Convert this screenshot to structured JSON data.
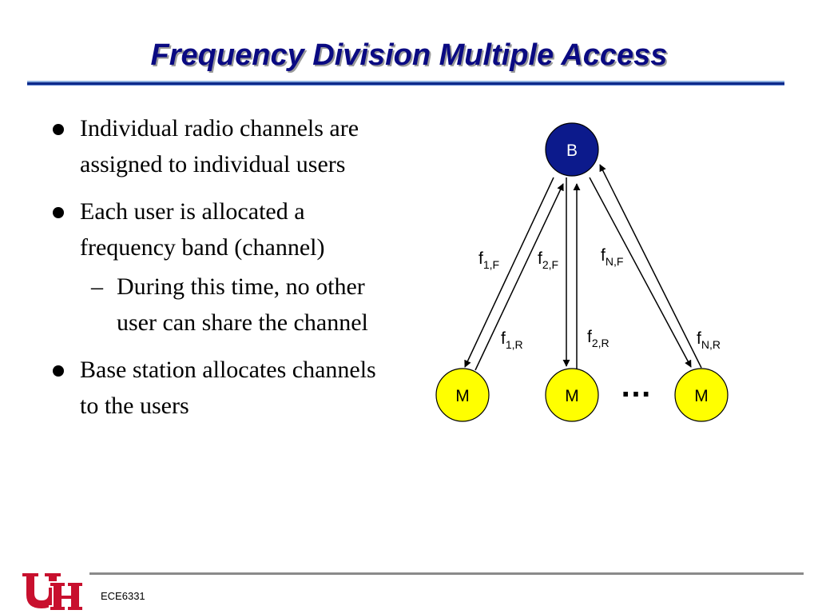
{
  "slide": {
    "title": "Frequency Division Multiple Access",
    "footer": "ECE6331"
  },
  "bullets": [
    {
      "text": "Individual radio channels are assigned to individual users"
    },
    {
      "text": "Each user is allocated a frequency band (channel)"
    },
    {
      "text": "Base station allocates channels to the users"
    }
  ],
  "sub_bullet": {
    "dash": "–",
    "text": "During this time, no other user can share the channel"
  },
  "diagram": {
    "base_label": "B",
    "mobile_label": "M",
    "ellipsis": "…",
    "base_color": "#0c1a8c",
    "mobile_color": "#ffff00",
    "links": [
      {
        "f": "f",
        "fwd_sub": "1,F",
        "rev_sub": "1,R"
      },
      {
        "f": "f",
        "fwd_sub": "2,F",
        "rev_sub": "2,R"
      },
      {
        "f": "f",
        "fwd_sub": "N,F",
        "rev_sub": "N,R"
      }
    ]
  },
  "logo": {
    "letters": "UH",
    "color": "#c8102e"
  }
}
